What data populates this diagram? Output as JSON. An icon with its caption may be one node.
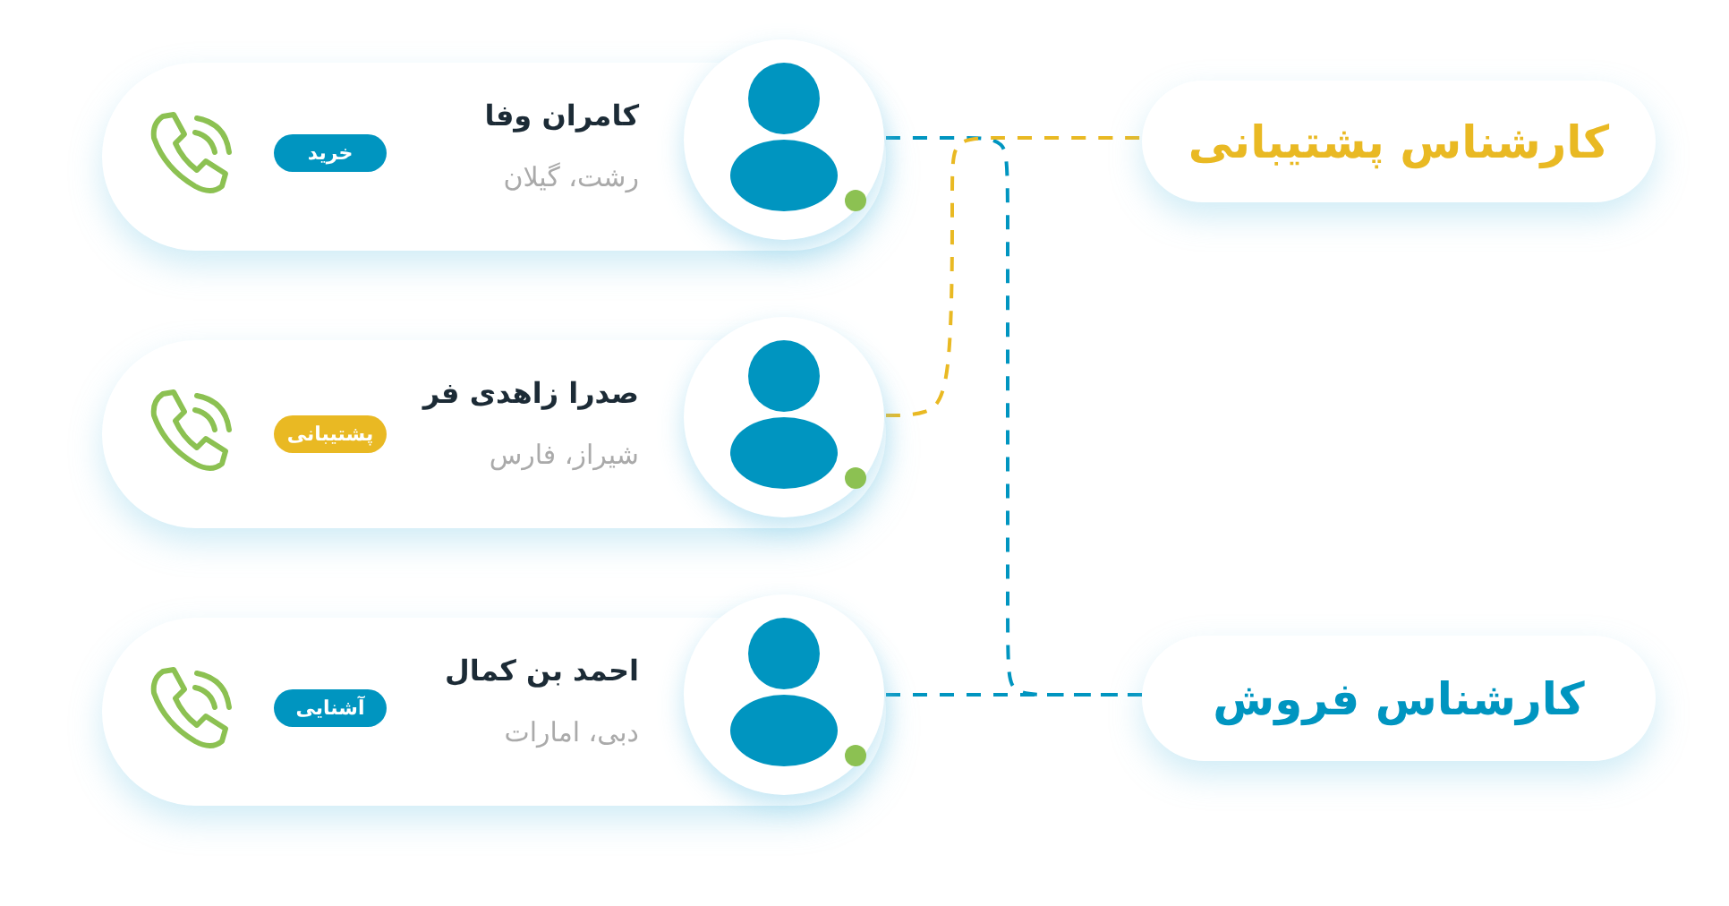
{
  "diagram": {
    "nodes": [
      {
        "text": [
          "کامران وفا",
          "رشت، گیلان"
        ]
      },
      {
        "text": [
          "خرید"
        ],
        "in": 0
      },
      {
        "text": [
          "صدرا زاهدی فر",
          "شیراز، فارس"
        ]
      },
      {
        "text": [
          "پشتیبانی"
        ],
        "in": 2
      },
      {
        "text": [
          "احمد بن کمال",
          "دبی، امارات"
        ]
      },
      {
        "text": [
          "آشنایی"
        ],
        "in": 4
      },
      {
        "text": [
          "کارشناس پشتیبانی"
        ]
      },
      {
        "text": [
          "کارشناس فروش"
        ]
      }
    ],
    "edges": [
      {
        "from": 0,
        "to": 7,
        "arrow": "none",
        "style": "dashed"
      },
      {
        "from": 2,
        "to": 6,
        "arrow": "none",
        "style": "dashed",
        "color": "#e9b923"
      },
      {
        "from": 4,
        "to": 7,
        "arrow": "none",
        "style": "dashed"
      }
    ]
  }
}
